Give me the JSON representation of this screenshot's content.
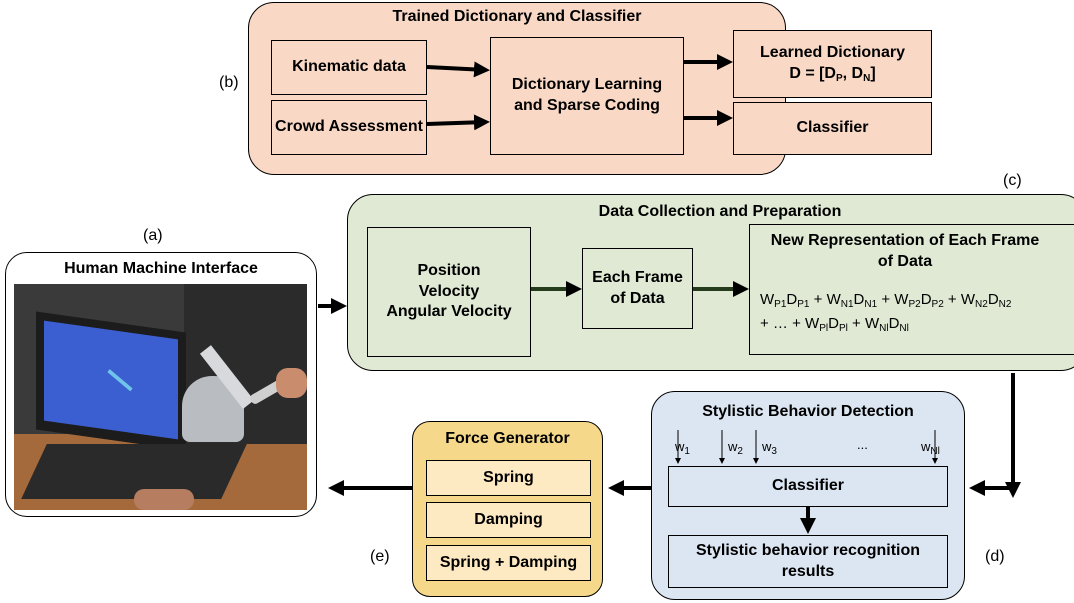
{
  "panel_b": {
    "label": "(b)",
    "title": "Trained Dictionary and Classifier",
    "kinematic": "Kinematic data",
    "crowd": "Crowd Assessment",
    "dict_learning": "Dictionary Learning and Sparse Coding",
    "learned_dict": "Learned Dictionary",
    "classifier": "Classifier"
  },
  "panel_c": {
    "label": "(c)",
    "title": "Data Collection and Preparation",
    "inputs": [
      "Position",
      "Velocity",
      "Angular Velocity"
    ],
    "frame": "Each Frame of Data",
    "new_rep_title": "New Representation of Each Frame of Data"
  },
  "panel_a": {
    "label": "(a)",
    "title": "Human Machine Interface"
  },
  "panel_d": {
    "label": "(d)",
    "title": "Stylistic Behavior Detection",
    "ellipsis": "...",
    "classifier": "Classifier",
    "results": "Stylistic behavior recognition results"
  },
  "panel_e": {
    "label": "(e)",
    "title": "Force Generator",
    "items": [
      "Spring",
      "Damping",
      "Spring + Damping"
    ]
  },
  "colors": {
    "panel_b_bg": "#f9d9c6",
    "panel_c_bg": "#dfe9d3",
    "panel_d_bg": "#dce6f2",
    "panel_e_bg": "#f5d88a",
    "force_item_bg": "#fde9c2"
  }
}
